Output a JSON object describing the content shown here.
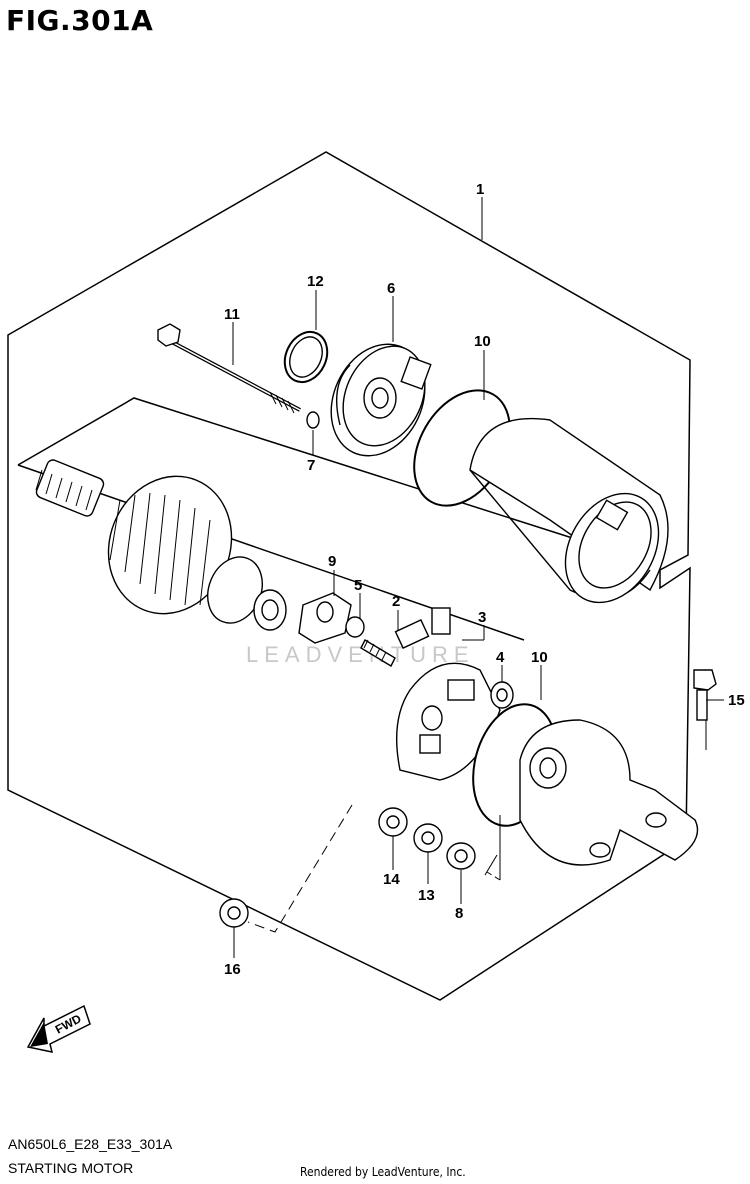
{
  "figure": {
    "title": "FIG.301A",
    "code": "AN650L6_E28_E33_301A",
    "name": "STARTING MOTOR",
    "credit": "Rendered by LeadVenture, Inc.",
    "watermark": "LEADVENTURE",
    "direction_label": "FWD"
  },
  "callouts": [
    "1",
    "2",
    "3",
    "4",
    "5",
    "6",
    "7",
    "8",
    "9",
    "10",
    "10",
    "11",
    "12",
    "13",
    "14",
    "15",
    "16"
  ]
}
